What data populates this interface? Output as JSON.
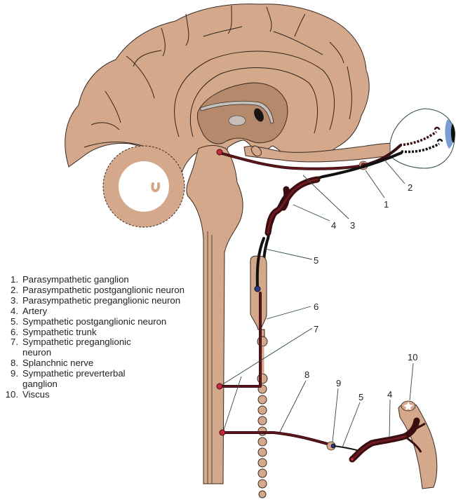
{
  "title": "Autonomic nervous system: parasympathetic and sympathetic pathways",
  "legend": [
    {
      "num": "1.",
      "text": "Parasympathetic ganglion"
    },
    {
      "num": "2.",
      "text": "Parasympathetic postganglionic neuron"
    },
    {
      "num": "3.",
      "text": "Parasympathetic preganglionic neuron"
    },
    {
      "num": "4.",
      "text": "Artery"
    },
    {
      "num": "5.",
      "text": "Sympathetic postganglionic neuron"
    },
    {
      "num": "6.",
      "text": "Sympathetic trunk"
    },
    {
      "num": "7.",
      "text": "Sympathetic preganglionic neuron"
    },
    {
      "num": "8.",
      "text": "Splanchnic nerve"
    },
    {
      "num": "9.",
      "text": "Sympathetic preverterbal ganglion"
    },
    {
      "num": "10.",
      "text": "Viscus"
    }
  ],
  "callouts": {
    "c1": "1",
    "c2": "2",
    "c3": "3",
    "c4a": "4",
    "c4b": "4",
    "c5a": "5",
    "c5b": "5",
    "c6": "6",
    "c7": "7",
    "c8": "8",
    "c9": "9",
    "c10": "10"
  },
  "colors": {
    "tissue": "#d4a88a",
    "tissue_dark": "#b58a6c",
    "preganglionic": "#3a0d10",
    "postganglionic": "#111111",
    "cell_body": "#c8283c",
    "sympathetic_ganglion_cell": "#2a3a8c",
    "eye_iris": "#7a9ed4"
  }
}
